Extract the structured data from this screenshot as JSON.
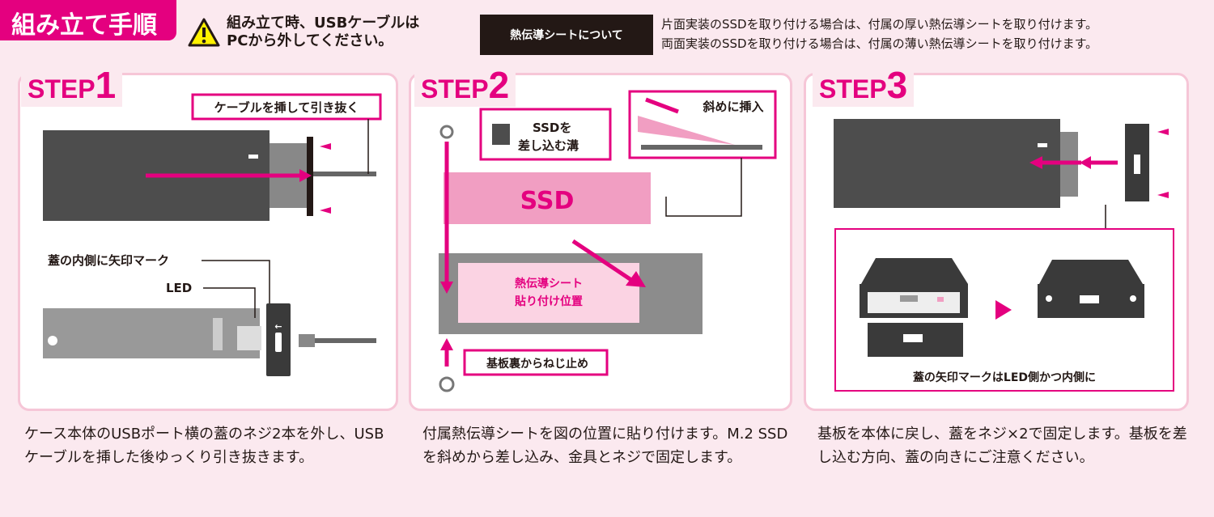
{
  "header": {
    "title": "組み立て手順",
    "warning_line1": "組み立て時、USBケーブルは",
    "warning_line2": "PCから外してください。",
    "sheet_label": "熱伝導シートについて",
    "sheet_line1": "片面実装のSSDを取り付ける場合は、付属の厚い熱伝導シートを取り付けます。",
    "sheet_line2": "両面実装のSSDを取り付ける場合は、付属の薄い熱伝導シートを取り付けます。"
  },
  "steps": [
    {
      "prefix": "STEP",
      "number": "1",
      "labels": {
        "cable": "ケーブルを挿して引き抜く",
        "arrow_mark": "蓋の内側に矢印マーク",
        "led": "LED"
      },
      "caption": "ケース本体のUSBポート横の蓋のネジ2本を外し、USBケーブルを挿した後ゆっくり引き抜きます。"
    },
    {
      "prefix": "STEP",
      "number": "2",
      "labels": {
        "slot1": "SSDを",
        "slot2": "差し込む溝",
        "diagonal": "斜めに挿入",
        "ssd": "SSD",
        "sheet1": "熱伝導シート",
        "sheet2": "貼り付け位置",
        "screw": "基板裏からねじ止め"
      },
      "caption": "付属熱伝導シートを図の位置に貼り付けます。M.2 SSDを斜めから差し込み、金具とネジで固定します。"
    },
    {
      "prefix": "STEP",
      "number": "3",
      "labels": {
        "note": "蓋の矢印マークはLED側かつ内側に"
      },
      "caption": "基板を本体に戻し、蓋をネジ×2で固定します。基板を差し込む方向、蓋の向きにご注意ください。"
    }
  ],
  "colors": {
    "accent": "#e4007f",
    "bg": "#fbe9ef",
    "dark": "#4d4d4d"
  }
}
